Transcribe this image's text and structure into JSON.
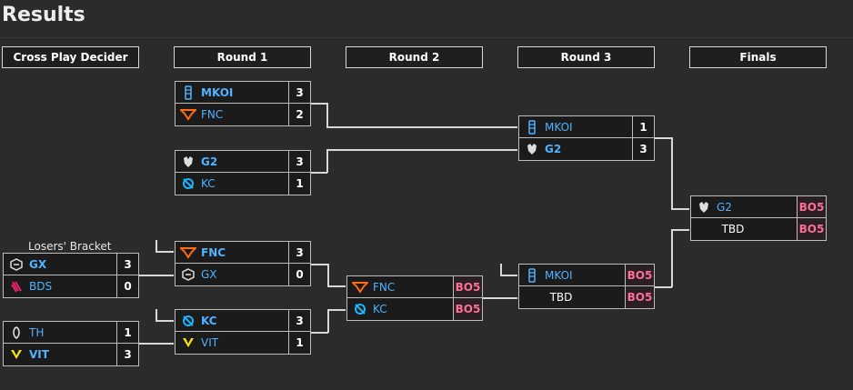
{
  "page": {
    "title": "Results"
  },
  "headers": [
    "Cross Play Decider",
    "Round 1",
    "Round 2",
    "Round 3",
    "Finals"
  ],
  "losers_caption": "Losers' Bracket",
  "matches": {
    "cpd1": {
      "top": {
        "team": "GX",
        "score": "3",
        "win": true,
        "icon": "gx-icon"
      },
      "bot": {
        "team": "BDS",
        "score": "0",
        "win": false,
        "icon": "bds-icon"
      }
    },
    "cpd2": {
      "top": {
        "team": "TH",
        "score": "1",
        "win": false,
        "icon": "th-icon"
      },
      "bot": {
        "team": "VIT",
        "score": "3",
        "win": true,
        "icon": "vit-icon"
      }
    },
    "r1a": {
      "top": {
        "team": "MKOI",
        "score": "3",
        "win": true,
        "icon": "mkoi-icon"
      },
      "bot": {
        "team": "FNC",
        "score": "2",
        "win": false,
        "icon": "fnc-icon"
      }
    },
    "r1b": {
      "top": {
        "team": "G2",
        "score": "3",
        "win": true,
        "icon": "g2-icon"
      },
      "bot": {
        "team": "KC",
        "score": "1",
        "win": false,
        "icon": "kc-icon"
      }
    },
    "r1c": {
      "top": {
        "team": "FNC",
        "score": "3",
        "win": true,
        "icon": "fnc-icon"
      },
      "bot": {
        "team": "GX",
        "score": "0",
        "win": false,
        "icon": "gx-icon"
      }
    },
    "r1d": {
      "top": {
        "team": "KC",
        "score": "3",
        "win": true,
        "icon": "kc-icon"
      },
      "bot": {
        "team": "VIT",
        "score": "1",
        "win": false,
        "icon": "vit-icon"
      }
    },
    "r2": {
      "top": {
        "team": "FNC",
        "score": "BO5",
        "win": false,
        "icon": "fnc-icon"
      },
      "bot": {
        "team": "KC",
        "score": "BO5",
        "win": false,
        "icon": "kc-icon"
      }
    },
    "r3a": {
      "top": {
        "team": "MKOI",
        "score": "1",
        "win": false,
        "icon": "mkoi-icon"
      },
      "bot": {
        "team": "G2",
        "score": "3",
        "win": true,
        "icon": "g2-icon"
      }
    },
    "r3b": {
      "top": {
        "team": "MKOI",
        "score": "BO5",
        "win": false,
        "icon": "mkoi-icon"
      },
      "bot": {
        "team": "TBD",
        "score": "BO5",
        "win": false,
        "icon": ""
      }
    },
    "final": {
      "top": {
        "team": "G2",
        "score": "BO5",
        "win": false,
        "icon": "g2-icon"
      },
      "bot": {
        "team": "TBD",
        "score": "BO5",
        "win": false,
        "icon": ""
      }
    }
  },
  "colors": {
    "background": "#2b2b2b",
    "team_text": "#4fb3ff",
    "bo5_text": "#ff6e9b",
    "fnc_orange": "#ff6a13",
    "vit_yellow": "#f5e50a",
    "bds_pink": "#e6226e",
    "kc_blue": "#19b5ff"
  }
}
